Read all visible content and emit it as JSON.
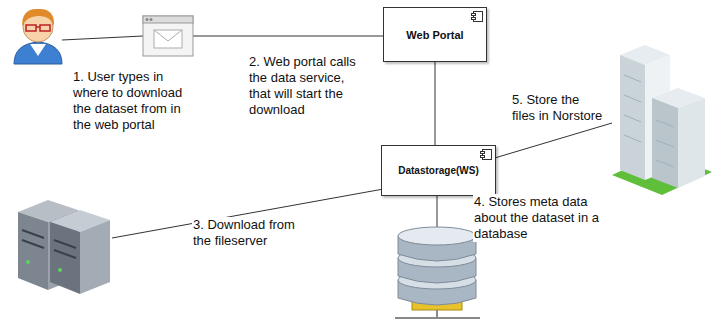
{
  "diagram": {
    "nodes": [
      {
        "text": [
          "Web Portal"
        ]
      },
      {
        "text": [
          "Datastorage(WS)"
        ]
      }
    ],
    "edges": [
      {
        "from": 0,
        "to": 1,
        "arrow": "none"
      }
    ],
    "labels": [
      "1. User types in where to download the dataset from in the web portal",
      "2. Web portal calls the data service, that will start the download",
      "3. Download from the fileserver",
      "4. Stores meta data about the dataset in a database",
      "5. Store the files in Norstore"
    ]
  }
}
